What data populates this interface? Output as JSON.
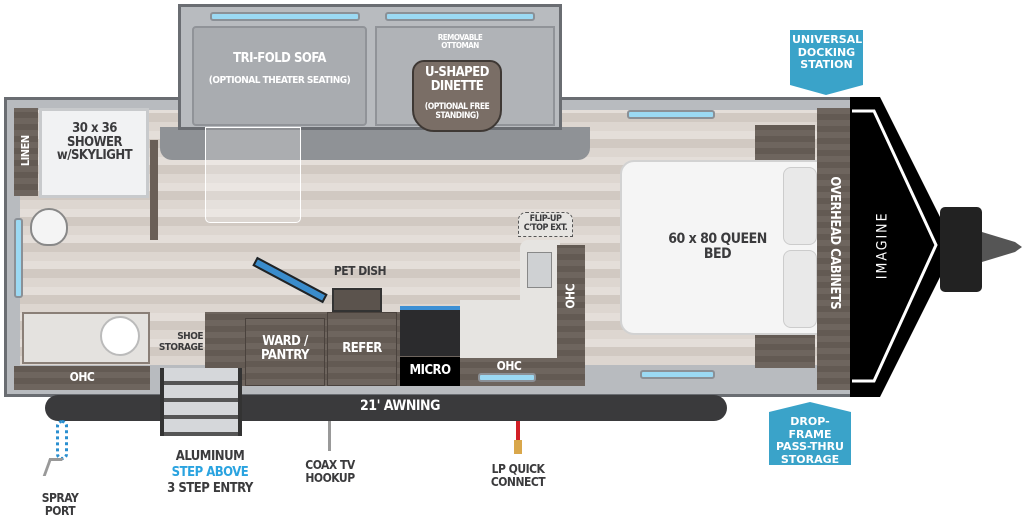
{
  "rooms": {
    "sofa": "TRI-FOLD SOFA",
    "sofa_note": "(OPTIONAL THEATER SEATING)",
    "ottoman": "REMOVABLE OTTOMAN",
    "dinette": "U-SHAPED DINETTE",
    "dinette_note": "(OPTIONAL FREE STANDING)",
    "shower": "30 x 36 SHOWER w/SKYLIGHT",
    "linen": "LINEN",
    "bath_ohc": "OHC",
    "pet_dish": "PET DISH",
    "shoe_storage": "SHOE STORAGE",
    "ward_pantry": "WARD / PANTRY",
    "refer": "REFER",
    "micro": "MICRO",
    "galley_ohc": "OHC",
    "side_ohc": "OHC",
    "flip_up": "FLIP-UP C'TOP EXT.",
    "bed": "60 x 80 QUEEN BED",
    "overhead": "OVERHEAD CABINETS",
    "brand": "IMAGINE",
    "awning": "21' AWNING"
  },
  "callouts": {
    "docking": "UNIVERSAL DOCKING STATION",
    "storage": "DROP-FRAME PASS-THRU STORAGE"
  },
  "exterior": {
    "spray": "SPRAY PORT",
    "step_line1": "ALUMINUM",
    "step_line2": "STEP ABOVE",
    "step_line3": "3 STEP ENTRY",
    "coax": "COAX TV HOOKUP",
    "lp": "LP QUICK CONNECT"
  },
  "colors": {
    "accent": "#3aa3c9",
    "window": "#9bd9f3",
    "awning": "#3a3a3c",
    "lp_line": "#d21f26"
  }
}
